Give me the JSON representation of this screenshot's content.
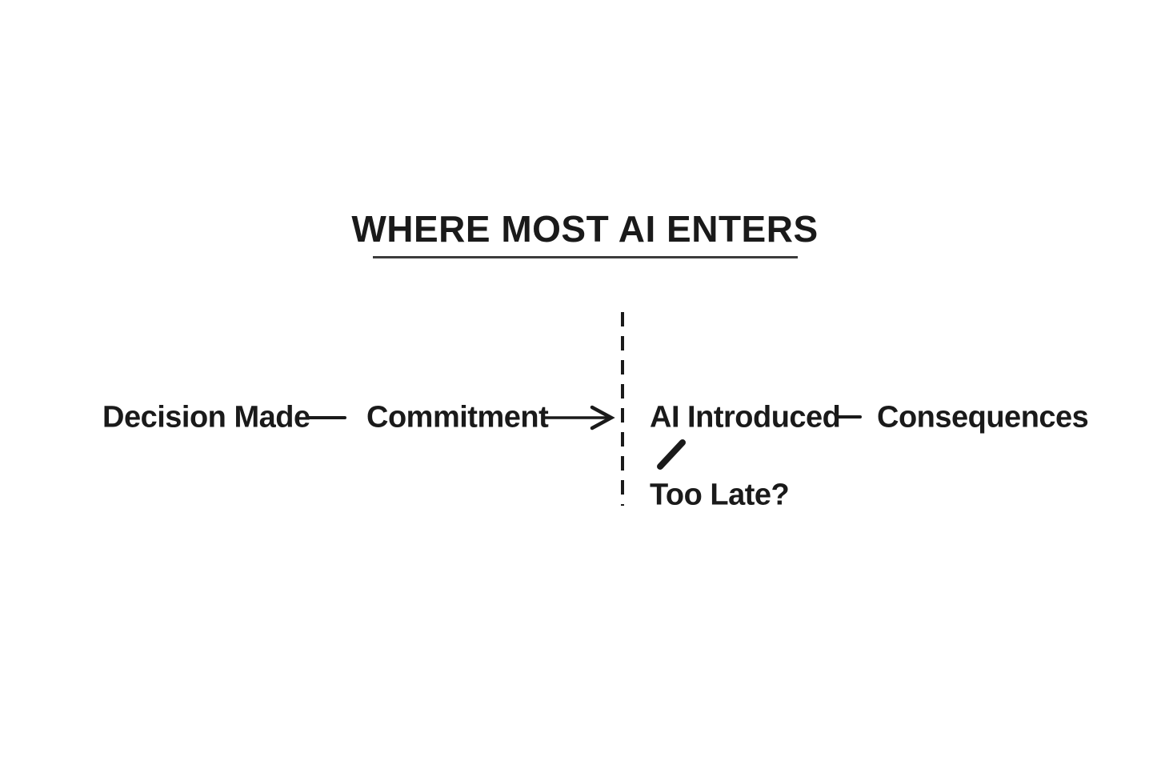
{
  "colors": {
    "background": "#ffffff",
    "ink": "#1a1a1a",
    "underline": "#3c3c3c"
  },
  "header": {
    "title": "WHERE MOST AI ENTERS"
  },
  "timeline": {
    "steps": [
      {
        "label": "Decision Made"
      },
      {
        "label": "Commitment"
      },
      {
        "label": "AI Introduced"
      },
      {
        "label": "Consequences"
      }
    ],
    "connectors": [
      {
        "icon": "plain-line-connector",
        "between": [
          "Decision Made",
          "Commitment"
        ]
      },
      {
        "icon": "arrow-right-connector",
        "between": [
          "Commitment",
          "AI Introduced"
        ]
      },
      {
        "icon": "plain-line-connector",
        "between": [
          "AI Introduced",
          "Consequences"
        ]
      }
    ],
    "divider": {
      "icon": "dashed-vertical-line",
      "position": "before AI Introduced"
    },
    "annotation": {
      "label": "Too Late?",
      "pointer_icon": "slash-pointer-line",
      "points_to": "AI Introduced"
    }
  }
}
